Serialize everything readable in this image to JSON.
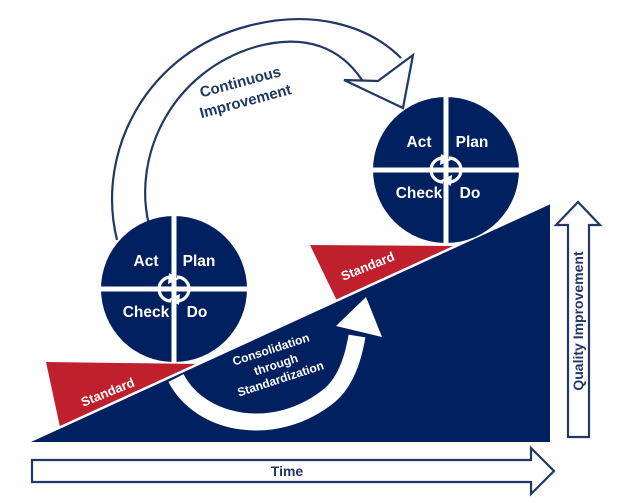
{
  "diagram": {
    "type": "pdca-continuous-improvement-slope",
    "colors": {
      "navy_fill": "#002060",
      "navy_outline": "#1f3864",
      "red": "#c0202d",
      "white": "#ffffff"
    },
    "wheels": [
      {
        "id": "lower",
        "quadrants": [
          "Act",
          "Plan",
          "Check",
          "Do"
        ]
      },
      {
        "id": "upper",
        "quadrants": [
          "Act",
          "Plan",
          "Check",
          "Do"
        ]
      }
    ],
    "labels": {
      "continuous_improvement": [
        "Continuous",
        "Improvement"
      ],
      "consolidation": [
        "Consolidation",
        "through",
        "Standardization"
      ],
      "standard_lower": "Standard",
      "standard_upper": "Standard",
      "time": "Time",
      "quality": "Quality Improvement"
    }
  }
}
